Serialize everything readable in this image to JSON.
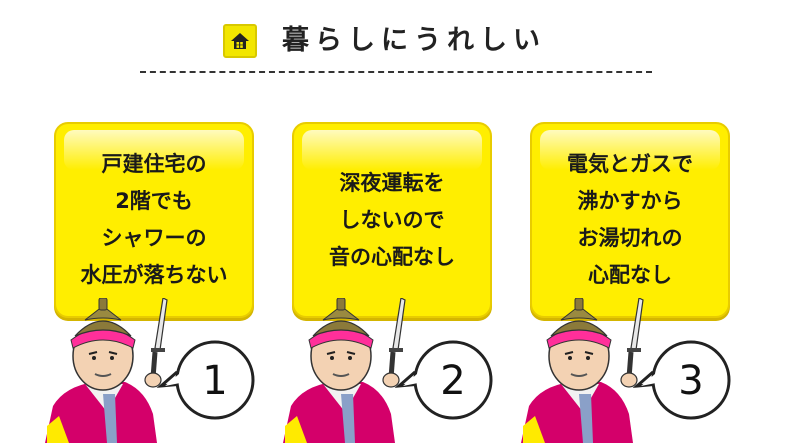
{
  "header": {
    "icon": "home-icon",
    "title": "暮らしにうれしい"
  },
  "colors": {
    "card_yellow": "#ffee00",
    "card_border": "#e8cc00",
    "header_badge": "#f2e600",
    "character_magenta": "#d4006a",
    "character_headband": "#ff2f9a",
    "character_skin": "#f3d2b3"
  },
  "cards": [
    {
      "lines": [
        "戸建住宅の",
        "2階でも",
        "シャワーの",
        "水圧が落ちない"
      ],
      "number": "1"
    },
    {
      "lines": [
        "深夜運転を",
        "しないので",
        "音の心配なし"
      ],
      "number": "2"
    },
    {
      "lines": [
        "電気とガスで",
        "沸かすから",
        "お湯切れの",
        "心配なし"
      ],
      "number": "3"
    }
  ]
}
